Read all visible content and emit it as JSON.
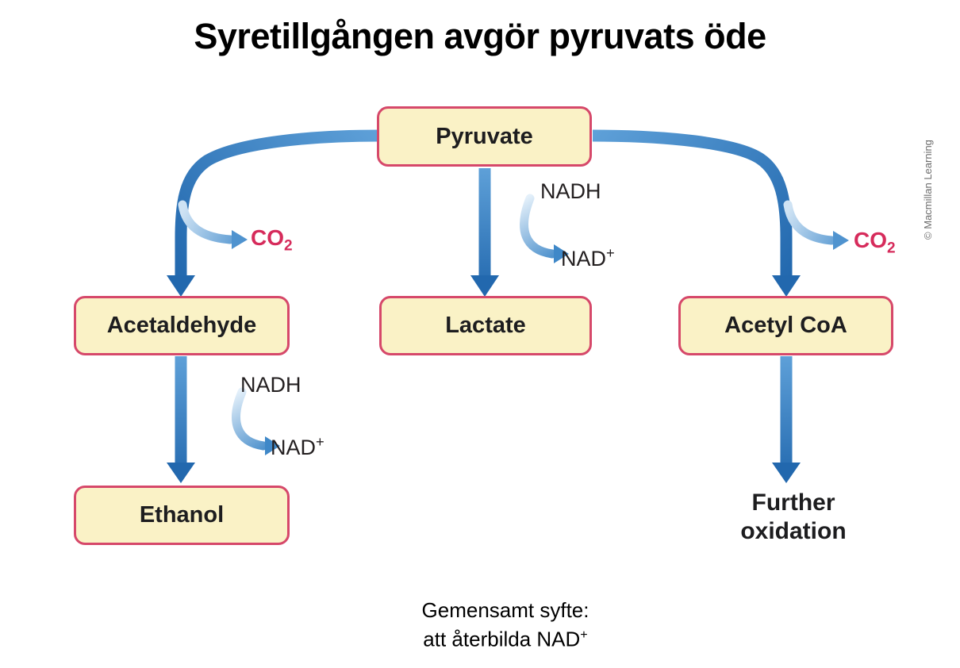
{
  "title": "Syretillgången avgör pyruvats öde",
  "copyright": "© Macmillan Learning",
  "nodes": {
    "pyruvate": "Pyruvate",
    "acetaldehyde": "Acetaldehyde",
    "lactate": "Lactate",
    "acetyl_coa": "Acetyl CoA",
    "ethanol": "Ethanol",
    "further_oxidation": "Further oxidation"
  },
  "labels": {
    "co2": {
      "base": "CO",
      "sub": "2"
    },
    "nadh": "NADH",
    "nad": {
      "base": "NAD",
      "sup": "+"
    }
  },
  "footer": {
    "line1": "Gemensamt syfte:",
    "line2_base": "att återbilda NAD",
    "line2_sup": "+"
  },
  "colors": {
    "box_fill": "#FAF2C6",
    "box_border": "#D6486A",
    "arrow_blue_dark": "#2268AE",
    "arrow_blue_light": "#CFE3F4",
    "co2_red": "#D62B5B"
  }
}
